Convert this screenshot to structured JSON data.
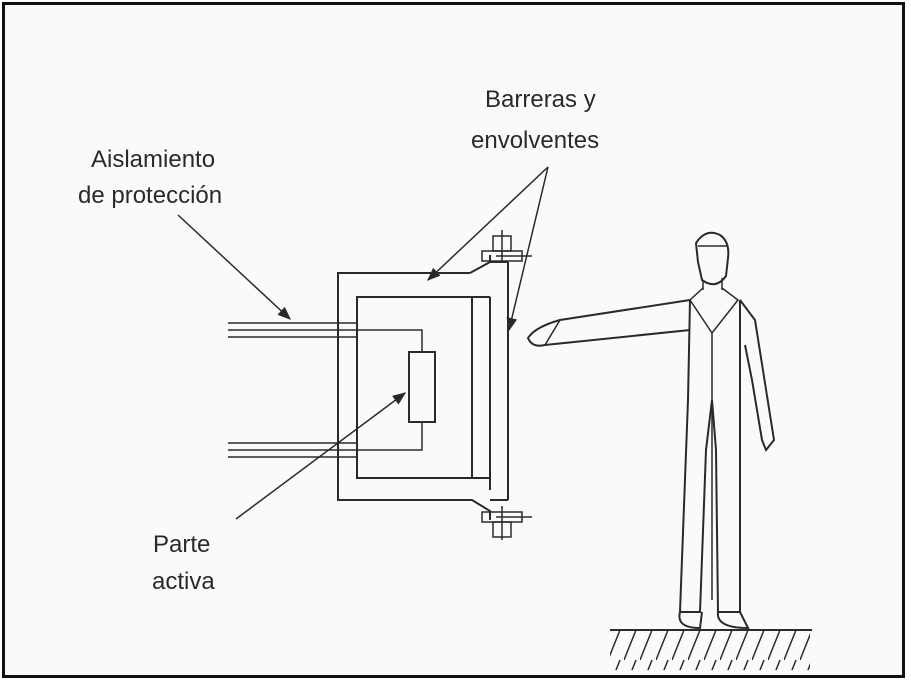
{
  "labels": {
    "barreras_line1": "Barreras y",
    "barreras_line2": "envolventes",
    "aislamiento_line1": "Aislamiento",
    "aislamiento_line2": "de protección",
    "parte_line1": "Parte",
    "parte_line2": "activa"
  }
}
